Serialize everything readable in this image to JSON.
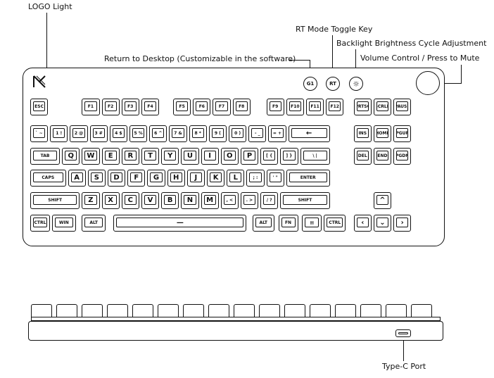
{
  "callouts": {
    "logo_light": "LOGO Light",
    "rt_mode": "RT Mode Toggle Key",
    "backlight": "Backlight Brightness Cycle Adjustment",
    "return_desktop": "Return to Desktop (Customizable in the software)",
    "volume": "Volume Control / Press to Mute",
    "type_c": "Type-C Port"
  },
  "round_keys": {
    "g1": "G1",
    "rt": "RT",
    "sun_icon": "sun-icon"
  },
  "rows": [
    [
      {
        "l": "ESC"
      },
      {
        "l": "F1"
      },
      {
        "l": "F2"
      },
      {
        "l": "F3"
      },
      {
        "l": "F4"
      },
      {
        "l": "F5"
      },
      {
        "l": "F6"
      },
      {
        "l": "F7"
      },
      {
        "l": "F8"
      },
      {
        "l": "F9"
      },
      {
        "l": "F10"
      },
      {
        "l": "F11"
      },
      {
        "l": "F12"
      },
      {
        "l": "PRTSC"
      },
      {
        "l": "SCRLK"
      },
      {
        "l": "PAUSE"
      }
    ],
    [
      {
        "l": "` ~"
      },
      {
        "l": "1 !"
      },
      {
        "l": "2 @"
      },
      {
        "l": "3 #"
      },
      {
        "l": "4 $"
      },
      {
        "l": "5 %"
      },
      {
        "l": "6 ^"
      },
      {
        "l": "7 &"
      },
      {
        "l": "8 *"
      },
      {
        "l": "9 ("
      },
      {
        "l": "0 )"
      },
      {
        "l": "- _"
      },
      {
        "l": "= +"
      },
      {
        "l": "←"
      },
      {
        "l": "INS"
      },
      {
        "l": "HOME"
      },
      {
        "l": "PGUP"
      }
    ],
    [
      {
        "l": "TAB"
      },
      {
        "l": "Q"
      },
      {
        "l": "W"
      },
      {
        "l": "E"
      },
      {
        "l": "R"
      },
      {
        "l": "T"
      },
      {
        "l": "Y"
      },
      {
        "l": "U"
      },
      {
        "l": "I"
      },
      {
        "l": "O"
      },
      {
        "l": "P"
      },
      {
        "l": "[ {"
      },
      {
        "l": "] }"
      },
      {
        "l": "\\ |"
      },
      {
        "l": "DEL"
      },
      {
        "l": "END"
      },
      {
        "l": "PGDN"
      }
    ],
    [
      {
        "l": "CAPS"
      },
      {
        "l": "A"
      },
      {
        "l": "S"
      },
      {
        "l": "D"
      },
      {
        "l": "F"
      },
      {
        "l": "G"
      },
      {
        "l": "H"
      },
      {
        "l": "J"
      },
      {
        "l": "K"
      },
      {
        "l": "L"
      },
      {
        "l": "; :"
      },
      {
        "l": "' \""
      },
      {
        "l": "ENTER"
      }
    ],
    [
      {
        "l": "SHIFT"
      },
      {
        "l": "Z"
      },
      {
        "l": "X"
      },
      {
        "l": "C"
      },
      {
        "l": "V"
      },
      {
        "l": "B"
      },
      {
        "l": "N"
      },
      {
        "l": "M"
      },
      {
        "l": ", <"
      },
      {
        "l": ". >"
      },
      {
        "l": "/ ?"
      },
      {
        "l": "SHIFT"
      },
      {
        "l": "^"
      }
    ],
    [
      {
        "l": "CTRL"
      },
      {
        "l": "WIN"
      },
      {
        "l": "ALT"
      },
      {
        "l": "—"
      },
      {
        "l": "ALT"
      },
      {
        "l": "FN"
      },
      {
        "l": "▤"
      },
      {
        "l": "CTRL"
      },
      {
        "l": "‹"
      },
      {
        "l": "⌄"
      },
      {
        "l": "›"
      }
    ]
  ]
}
